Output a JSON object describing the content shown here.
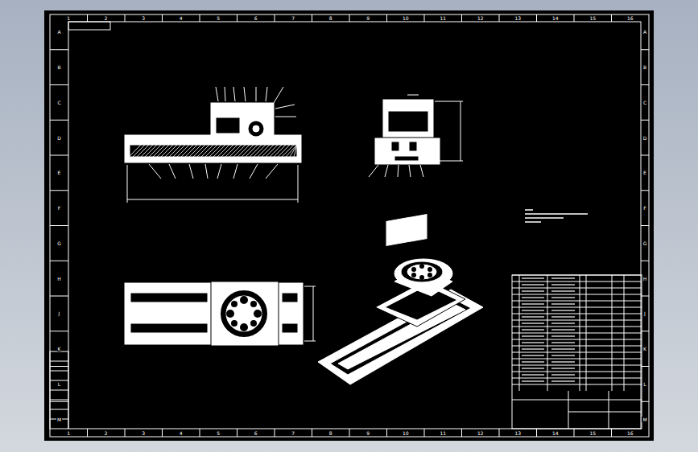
{
  "diagram": {
    "labels": [
      "1",
      "2",
      "3",
      "4",
      "5",
      "6",
      "7",
      "8",
      "9",
      "10",
      "11",
      "12",
      "13",
      "14",
      "15",
      "16",
      "1",
      "2",
      "3",
      "4",
      "5",
      "6",
      "7",
      "8",
      "9",
      "10",
      "11",
      "12",
      "13",
      "14",
      "15",
      "16",
      "A",
      "B",
      "C",
      "D",
      "E",
      "F",
      "G",
      "H",
      "J",
      "K",
      "L",
      "M",
      "A",
      "B",
      "C",
      "D",
      "E",
      "F",
      "G",
      "H",
      "J",
      "K",
      "L",
      "M"
    ]
  }
}
